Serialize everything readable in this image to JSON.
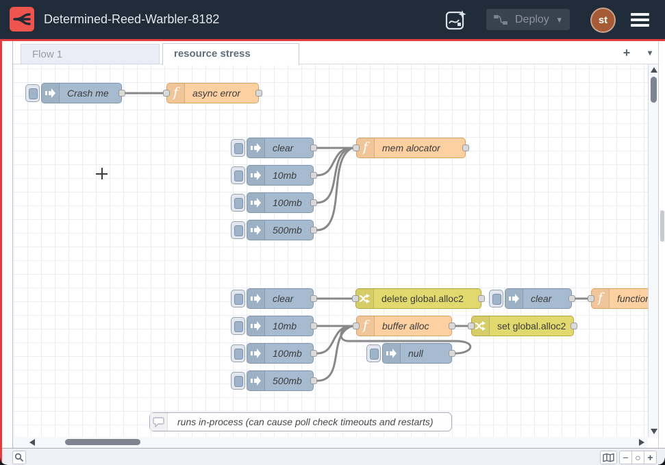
{
  "header": {
    "title": "Determined-Reed-Warbler-8182",
    "deploy_label": "Deploy",
    "deploy_caret": "▾",
    "avatar_initials": "st"
  },
  "tabs": {
    "inactive_label": "Flow 1",
    "active_label": "resource stress",
    "add_button": "+",
    "menu_caret": "▾"
  },
  "canvas": {
    "nodes": [
      {
        "type": "inject",
        "label": "Crash me"
      },
      {
        "type": "function",
        "label": "async error"
      },
      {
        "type": "inject",
        "label": "clear"
      },
      {
        "type": "inject",
        "label": "10mb"
      },
      {
        "type": "inject",
        "label": "100mb"
      },
      {
        "type": "inject",
        "label": "500mb"
      },
      {
        "type": "function",
        "label": "mem alocator"
      },
      {
        "type": "inject",
        "label": "clear"
      },
      {
        "type": "inject",
        "label": "10mb"
      },
      {
        "type": "inject",
        "label": "100mb"
      },
      {
        "type": "inject",
        "label": "500mb"
      },
      {
        "type": "change",
        "label": "delete global.alloc2"
      },
      {
        "type": "function",
        "label": "buffer alloc"
      },
      {
        "type": "change",
        "label": "set global.alloc2"
      },
      {
        "type": "inject",
        "label": "null"
      },
      {
        "type": "inject",
        "label": "clear"
      },
      {
        "type": "function",
        "label": "function"
      }
    ],
    "comment": "runs in-process (can cause poll check timeouts and restarts)"
  },
  "icons": {
    "function_glyph": "f"
  },
  "footer": {
    "zoom_out": "−",
    "zoom_reset": "○",
    "zoom_in": "+"
  },
  "colors": {
    "accent_red": "#e23c3c",
    "header_bg": "#202c3a",
    "inject_node": "#a6bbcf",
    "function_node": "#fdd0a2",
    "change_node": "#e2d96e",
    "wire": "#888888"
  }
}
